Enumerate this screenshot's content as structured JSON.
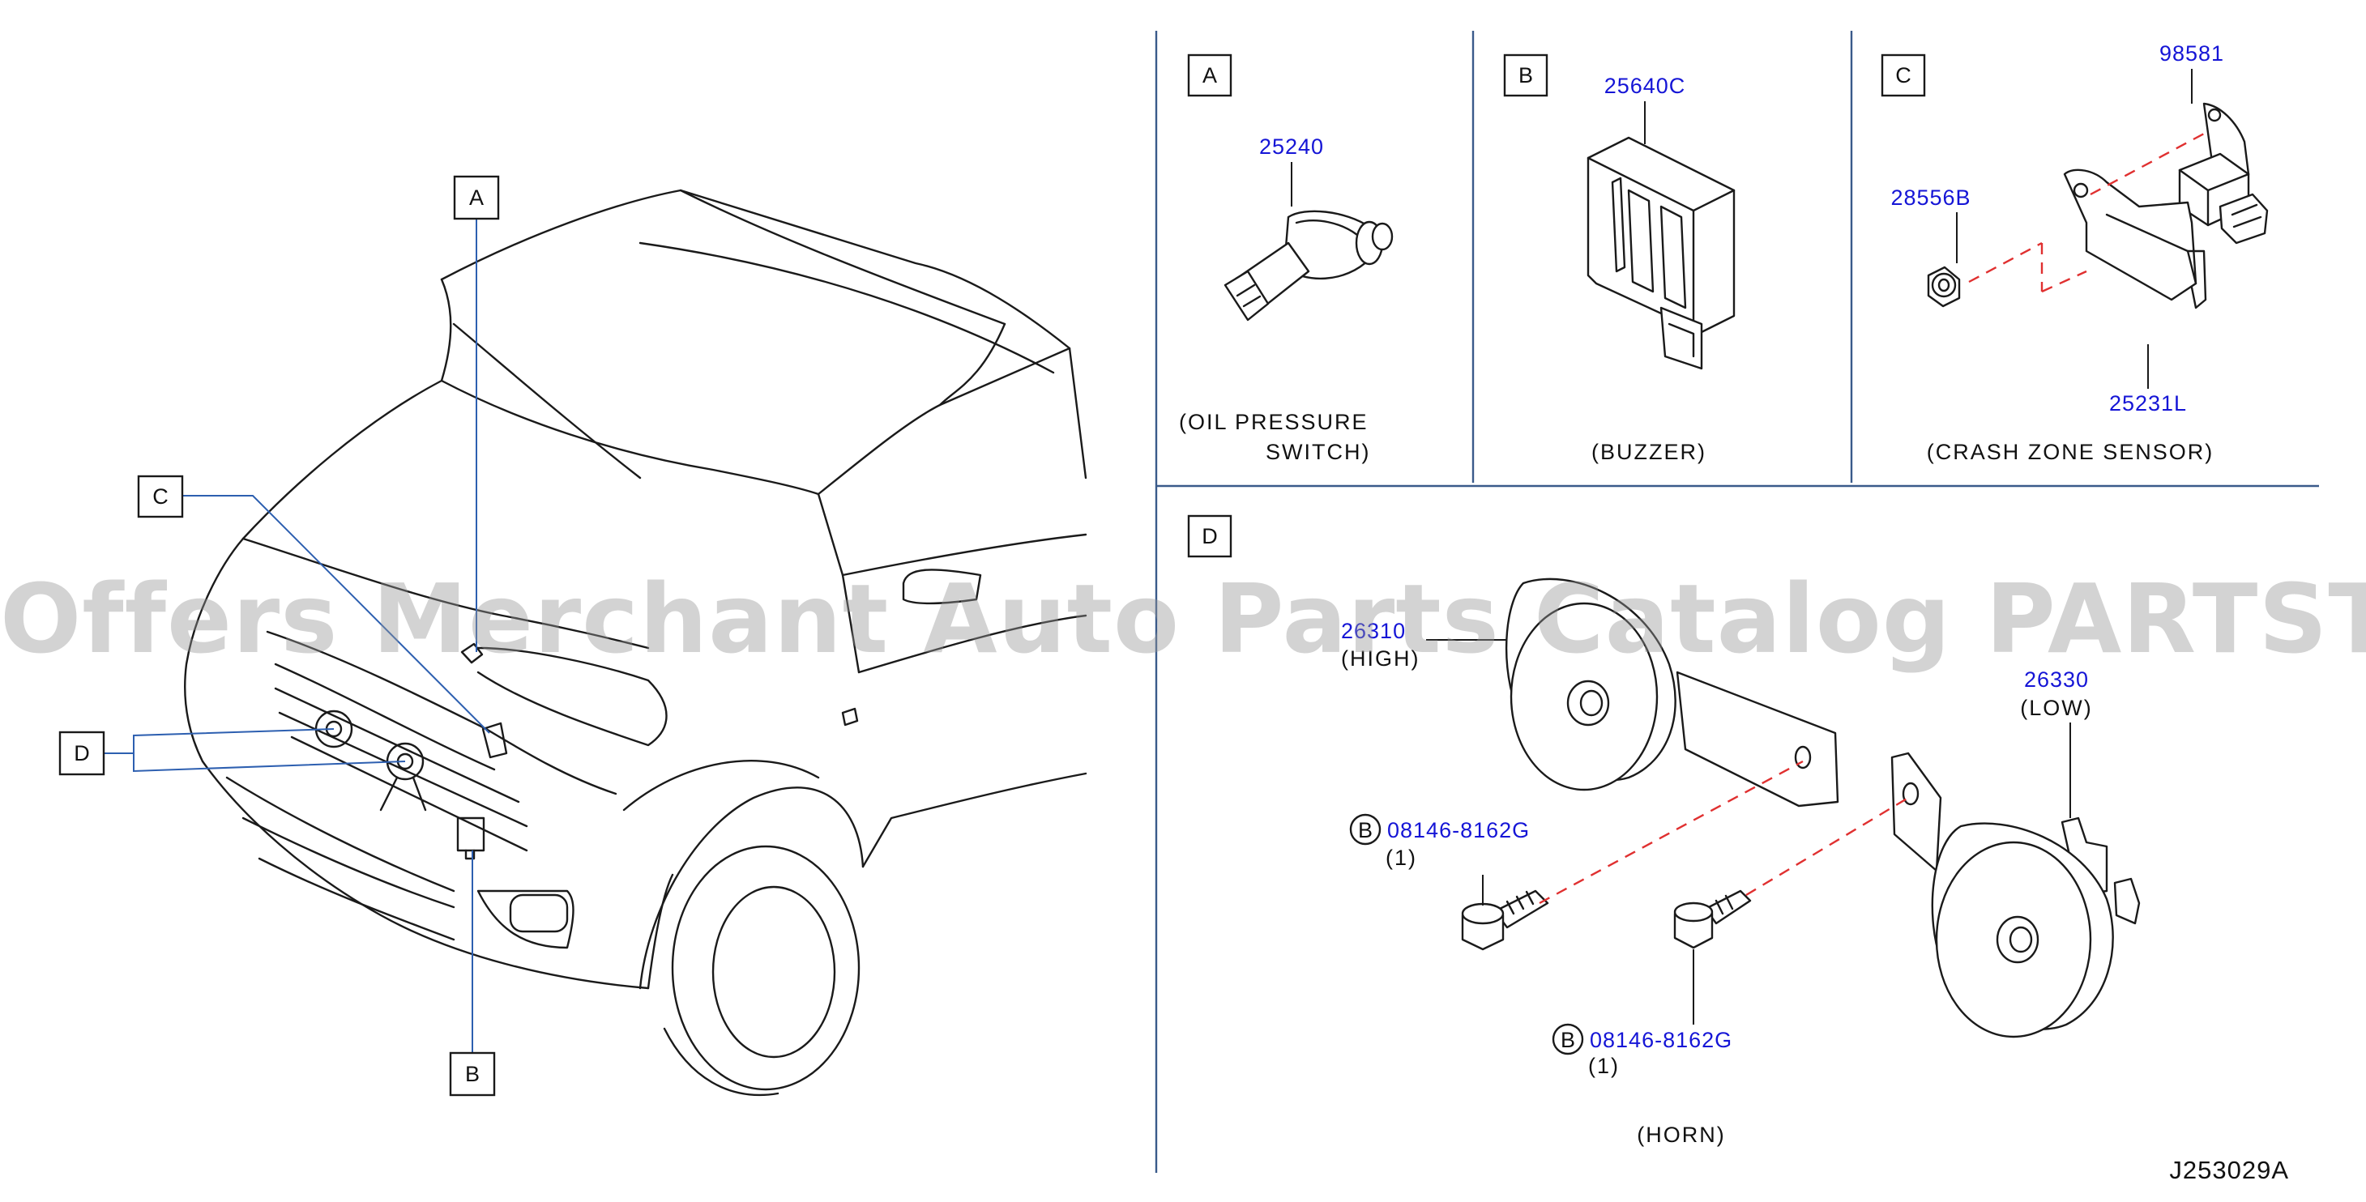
{
  "callouts": {
    "a": "A",
    "b": "B",
    "c": "C",
    "d": "D"
  },
  "panel_a": {
    "tag": "A",
    "part": "25240",
    "desc1": "(OIL   PRESSURE",
    "desc2": "SWITCH)"
  },
  "panel_b": {
    "tag": "B",
    "part": "25640C",
    "desc": "(BUZZER)"
  },
  "panel_c": {
    "tag": "C",
    "part_sensor": "98581",
    "part_nut": "28556B",
    "part_bracket": "25231L",
    "desc": "(CRASH   ZONE   SENSOR)"
  },
  "panel_d": {
    "tag": "D",
    "part_high": "26310",
    "high": "(HIGH)",
    "part_low": "26330",
    "low": "(LOW)",
    "bolt_ref": "B",
    "bolt1": "08146-8162G",
    "bolt1_qty": "(1)",
    "bolt2": "08146-8162G",
    "bolt2_qty": "(1)",
    "desc": "(HORN)"
  },
  "diagram_code": "J253029A",
  "watermark": "Offers Merchant Auto Parts Catalog PARTSTORE.SA",
  "colors": {
    "part_number": "#1515d6",
    "lines": "#1a1a1a",
    "leader": "#2d5fb0",
    "dashed": "#e03030"
  }
}
